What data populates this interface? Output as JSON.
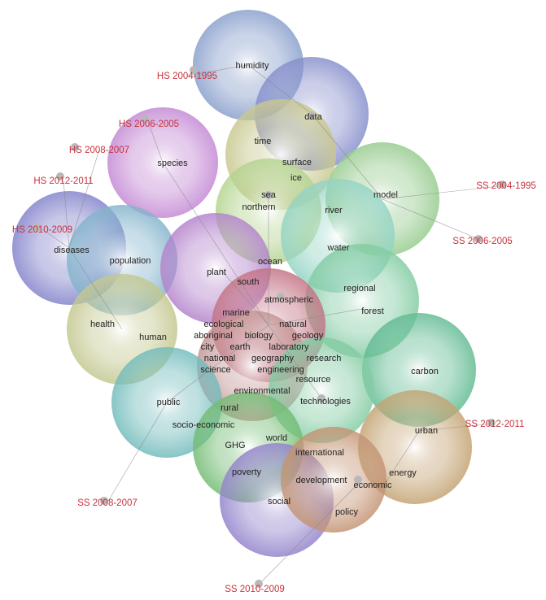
{
  "colors": {
    "label": "#c8323c",
    "node": "#b8b8b8"
  },
  "labels": [
    "HS 2004-1995",
    "HS 2006-2005",
    "HS 2008-2007",
    "HS 2012-2011",
    "HS 2010-2009",
    "SS 2004-1995",
    "SS 2006-2005",
    "SS 2012-2011",
    "SS 2008-2007",
    "SS 2010-2009"
  ],
  "words": [
    "humidity",
    "data",
    "species",
    "time",
    "surface",
    "ice",
    "sea",
    "northern",
    "model",
    "river",
    "diseases",
    "population",
    "plant",
    "water",
    "ocean",
    "south",
    "regional",
    "atmospheric",
    "marine",
    "forest",
    "ecological",
    "biology",
    "natural",
    "geology",
    "earth",
    "laboratory",
    "aboriginal",
    "city",
    "research",
    "geography",
    "national",
    "science",
    "engineering",
    "health",
    "human",
    "resource",
    "environmental",
    "technologies",
    "carbon",
    "public",
    "rural",
    "socio-economic",
    "GHG",
    "world",
    "urban",
    "international",
    "poverty",
    "energy",
    "development",
    "economic",
    "social",
    "policy"
  ],
  "circle_colors": [
    "#8aa0cc",
    "#8890cc",
    "#c48ad4",
    "#c8c890",
    "#98cc90",
    "#b4d490",
    "#8484cc",
    "#84b4cc",
    "#b484cc",
    "#94d4c4",
    "#84cca4",
    "#c4c890",
    "#c47484",
    "#c49494",
    "#64bc94",
    "#74bcbc",
    "#84cca4",
    "#74bc74",
    "#c4a474",
    "#9484cc",
    "#c49474"
  ]
}
